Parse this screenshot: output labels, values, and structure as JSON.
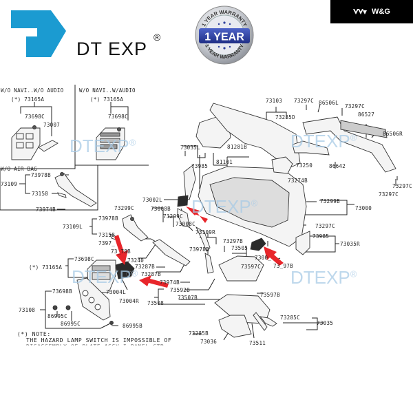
{
  "header": {
    "brand": {
      "name": "DT EXP",
      "registered": "®",
      "logo_color": "#1b9bd1"
    },
    "warranty_badge": {
      "top_text": "1 YEAR WARRANTY",
      "center_text": "1 YEAR",
      "bottom_text": "1 YEAR WARRANTY",
      "band_color": "#2c3f9c"
    },
    "corner_badge": {
      "text": "W&G",
      "icon": "wing-icon"
    }
  },
  "watermark": {
    "text": "DTEXP",
    "registered": "®"
  },
  "insets": [
    {
      "title": "W/O NAVI..W/O AUDIO",
      "assembly": "(*) 73165A",
      "parts": [
        "73698C",
        "73007"
      ]
    },
    {
      "title": "W/O NAVI..W/AUDIO",
      "assembly": "(*) 73165A",
      "parts": [
        "73698C"
      ]
    },
    {
      "title": "W/O AIR BAG",
      "assembly": "73109",
      "parts": [
        "73978B",
        "73158",
        "73974B"
      ]
    }
  ],
  "labels": {
    "l73103": "73103",
    "l73297c_a": "73297C",
    "l86506l": "86506L",
    "l73297c_b": "73297C",
    "l86527": "86527",
    "l73285d": "73285D",
    "l86506r": "86506R",
    "l73035l": "73035L",
    "l81281b": "81281B",
    "l81101": "81101",
    "l73985_a": "73985",
    "l73250": "73250",
    "l86642": "86642",
    "l73274b": "73274B",
    "l73297c_c": "73297C",
    "l73297c_d": "73297C",
    "l73002l": "73002L",
    "l73299b": "73299B",
    "l73000": "73000",
    "l73299c_a": "73299C",
    "l73008b": "73008B",
    "l73299c_b": "73299C",
    "l73008c": "73008C",
    "l73978b_b": "73978B",
    "l73109l": "73109L",
    "l73158_b": "73158",
    "l73974b_b": "7397_",
    "l73978b_c": "73_78B",
    "l73109r": "73109R",
    "l73978b_d": "73978B",
    "l73297c_e": "73297C",
    "l73985_b": "73985",
    "l73035r": "73035R",
    "l73297b": "73297B",
    "l73505": "73505",
    "l73004r_top": "7300_",
    "l73297b_b": "73_97B",
    "l73597c": "73597C",
    "l73240": "73240",
    "l73287b_a": "73287B",
    "l73287b_b": "73287B",
    "l73698c_c": "73698C",
    "l73165a_c": "(*) 73165A",
    "l73974b_c": "73974B",
    "l73592b": "73592B",
    "l73004l": "73004L",
    "l73004r": "73004R",
    "l73508": "73508",
    "l73507b": "73507B",
    "l73597b": "73597B",
    "l73698b": "73698B",
    "l73108": "73108",
    "l86995c_a": "86995C",
    "l86995c_b": "86995C",
    "l86995b": "86995B",
    "l73285c": "73285C",
    "l73035": "73035",
    "l73285b": "73285B",
    "l73036": "73036",
    "l73511": "73511"
  },
  "note": {
    "marker": "(*) NOTE:",
    "line1": "THE HAZARD LAMP SWITCH IS IMPOSSIBLE OF",
    "line2": "DISASSEMBLY OF PLATE ASSY,I-PANEL CTR"
  },
  "callout_color": "#e8262b"
}
